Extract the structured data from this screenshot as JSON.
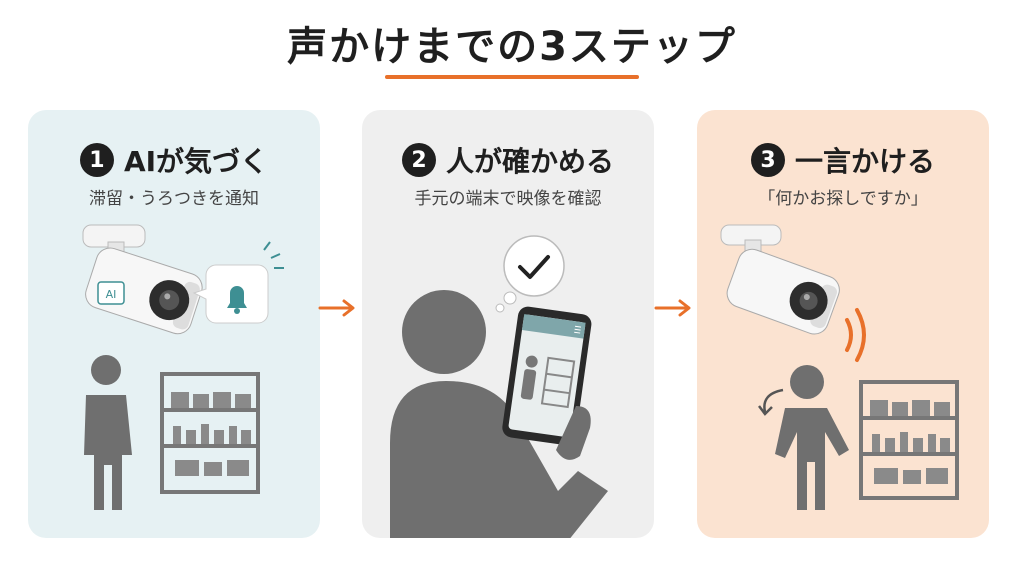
{
  "title": "声かけまでの3ステップ",
  "steps": [
    {
      "number": "1",
      "title": "AIが気づく",
      "subtitle": "滞留・うろつきを通知",
      "chip_label": "AI"
    },
    {
      "number": "2",
      "title": "人が確かめる",
      "subtitle": "手元の端末で映像を確認"
    },
    {
      "number": "3",
      "title": "一言かける",
      "subtitle": "「何かお探しですか」"
    }
  ],
  "colors": {
    "accent": "#e8702a",
    "card1_bg": "#e6f1f3",
    "card2_bg": "#efefef",
    "card3_bg": "#fbe3d1",
    "figure": "#6f6f6f",
    "bell": "#3e8f93"
  },
  "icons": [
    "camera-icon",
    "bell-icon",
    "person-icon",
    "shelf-icon",
    "check-icon",
    "smartphone-icon",
    "sound-waves-icon",
    "turn-arrow-icon",
    "arrow-right-icon"
  ]
}
